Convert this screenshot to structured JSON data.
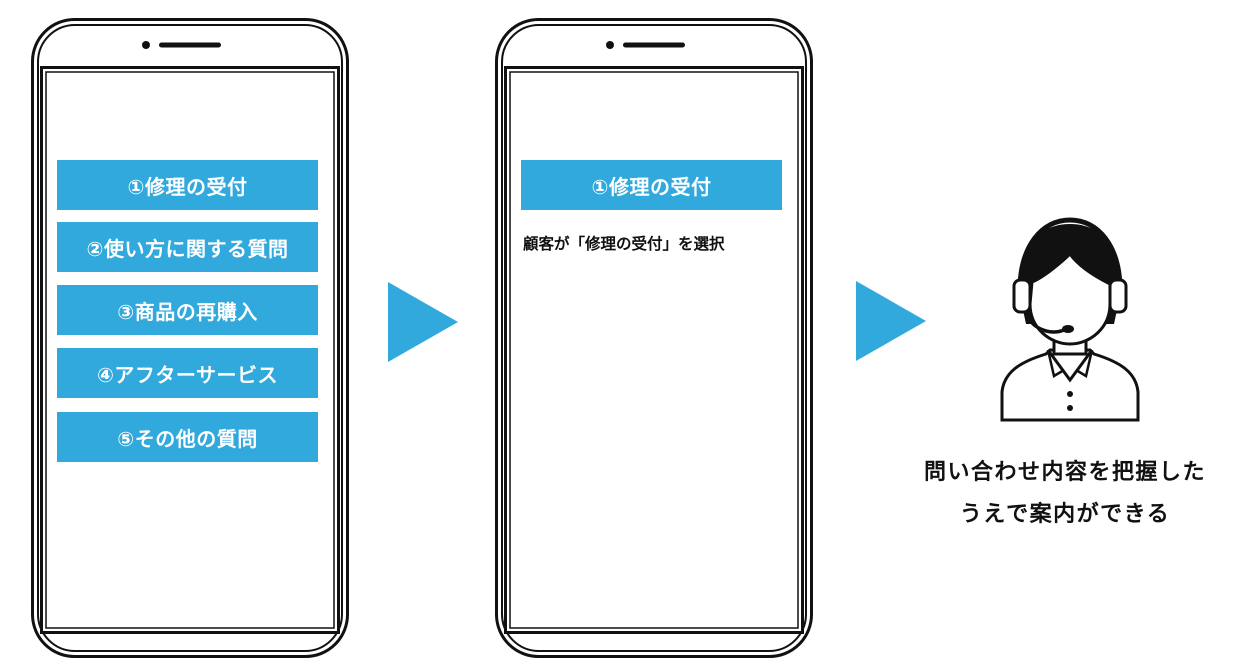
{
  "phone_left": {
    "menu": [
      {
        "label": "①修理の受付"
      },
      {
        "label": "②使い方に関する質問"
      },
      {
        "label": "③商品の再購入"
      },
      {
        "label": "④アフターサービス"
      },
      {
        "label": "⑤その他の質問"
      }
    ]
  },
  "phone_right": {
    "selected_label": "①修理の受付",
    "description": "顧客が「修理の受付」を選択"
  },
  "operator": {
    "caption_line1": "問い合わせ内容を把握した",
    "caption_line2": "うえで案内ができる"
  },
  "colors": {
    "accent": "#31a9dc",
    "frame": "#111111"
  },
  "icons": [
    "phone-frame-icon",
    "arrow-right-icon",
    "operator-headset-icon"
  ]
}
